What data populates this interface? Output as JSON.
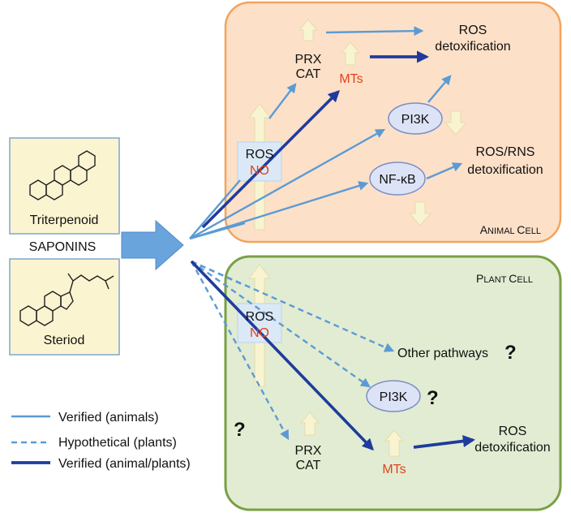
{
  "colors": {
    "animal_fill": "#fde0c8",
    "animal_stroke": "#f3a35c",
    "plant_fill": "#e2ecd2",
    "plant_stroke": "#79a046",
    "cream_fill": "#f8f4d2",
    "cream_stroke": "#e6dcaa",
    "light_arrow": "#5b9bd5",
    "dark_arrow": "#1f3c9c",
    "red_text": "#e0421a",
    "ellipse_fill": "#dde3f6",
    "ellipse_stroke": "#7b8fc6",
    "box_stroke": "#7fa6cf",
    "saponin_arrow": "#6aa4dc"
  },
  "saponins": {
    "label": "SAPONINS",
    "triterpenoid_label": "Triterpenoid",
    "steroid_label": "Steriod"
  },
  "animal_cell": {
    "title_cap1": "A",
    "title_rest1": "NIMAL ",
    "title_cap2": "C",
    "title_rest2": "ELL",
    "prx": "PRX",
    "cat": "CAT",
    "mts": "MTs",
    "ros": "ROS",
    "no": "NO",
    "pi3k": "PI3K",
    "nfkb": "NF-κB",
    "ros_detox_line1": "ROS",
    "ros_detox_line2": "detoxification",
    "rosrns_line1": "ROS/RNS",
    "rosrns_line2": "detoxification"
  },
  "plant_cell": {
    "title_cap1": "P",
    "title_rest1": "LANT ",
    "title_cap2": "C",
    "title_rest2": "ELL",
    "ros": "ROS",
    "no": "NO",
    "other_pathways": "Other pathways",
    "other_q": "?",
    "pi3k": "PI3K",
    "pi3k_q": "?",
    "prx": "PRX",
    "cat": "CAT",
    "mts": "MTs",
    "ros_detox_line1": "ROS",
    "ros_detox_line2": "detoxification",
    "prx_q": "?"
  },
  "legend": {
    "items": [
      {
        "label": "Verified (animals)",
        "style": "light-solid"
      },
      {
        "label": "Hypothetical (plants)",
        "style": "light-dashed"
      },
      {
        "label": "Verified (animal/plants)",
        "style": "dark-solid"
      }
    ]
  }
}
